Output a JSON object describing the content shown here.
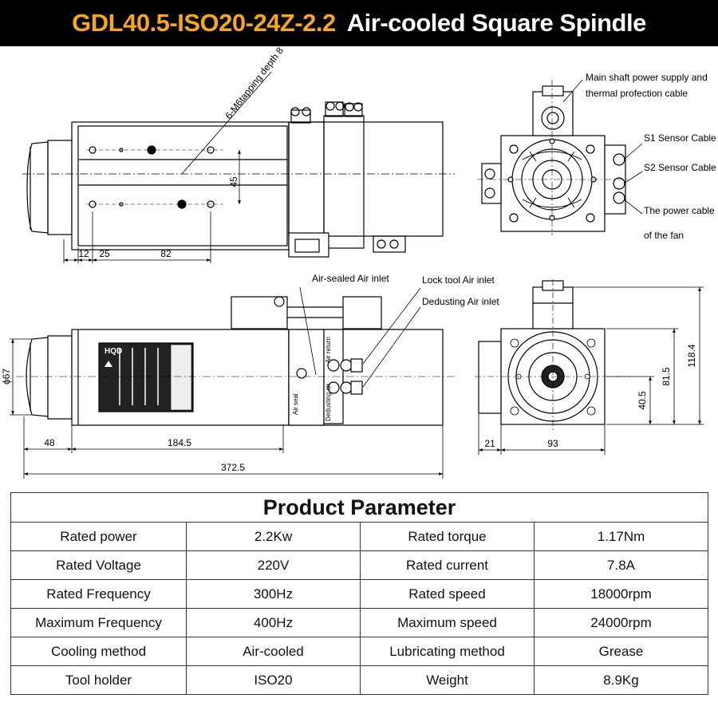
{
  "header": {
    "model": "GDL40.5-ISO20-24Z-2.2",
    "title": "Air-cooled Square Spindle"
  },
  "drawing": {
    "tapping_label": "6-M6tapping depth 8",
    "cable_main_line1": "Main shaft power supply and",
    "cable_main_line2": "thermal profection cable",
    "s1_sensor": "S1 Sensor Cable",
    "s2_sensor": "S2 Sensor Cable",
    "fan_power_line1": "The power cable",
    "fan_power_line2": "of the fan",
    "air_sealed": "Air-sealed Air inlet",
    "lock_tool": "Lock tool Air inlet",
    "dedusting": "Dedusting Air inlet",
    "side_label_air_seal": "Air seal",
    "side_label_air_return": "Air return",
    "side_label_dedusting": "Dedusting air",
    "dims_top": {
      "d12": "12",
      "d25": "25",
      "d82": "82",
      "d45": "45"
    },
    "dims_front": {
      "dia67": "ϕ67",
      "d48": "48",
      "d184": "184.5",
      "d372": "372.5"
    },
    "dims_end": {
      "d21": "21",
      "d93": "93",
      "d40": "40.5",
      "d81": "81.5",
      "d118": "118.4"
    },
    "nameplate": {
      "brand": "HQD"
    }
  },
  "params": {
    "title": "Product Parameter",
    "rows": [
      [
        "Rated power",
        "2.2Kw",
        "Rated torque",
        "1.17Nm"
      ],
      [
        "Rated Voltage",
        "220V",
        "Rated current",
        "7.8A"
      ],
      [
        "Rated Frequency",
        "300Hz",
        "Rated speed",
        "18000rpm"
      ],
      [
        "Maximum Frequency",
        "400Hz",
        "Maximum speed",
        "24000rpm"
      ],
      [
        "Cooling method",
        "Air-cooled",
        "Lubricating method",
        "Grease"
      ],
      [
        "Tool holder",
        "ISO20",
        "Weight",
        "8.9Kg"
      ]
    ]
  }
}
